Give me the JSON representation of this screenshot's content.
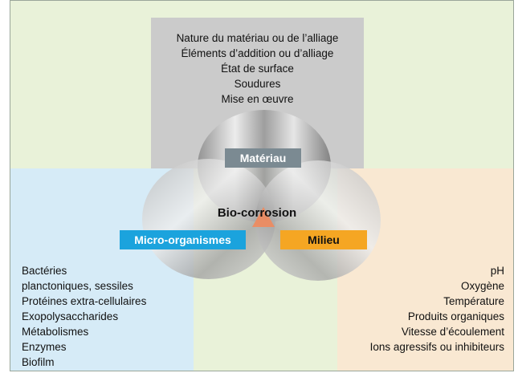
{
  "material": {
    "label": "Matériau",
    "items": [
      "Nature du matériau ou de l’alliage",
      "Éléments d’addition ou d’alliage",
      "État de surface",
      "Soudures",
      "Mise en œuvre"
    ]
  },
  "microorganisms": {
    "label": "Micro-organismes",
    "items": [
      "Bactéries",
      "planctoniques, sessiles",
      "Protéines extra-cellulaires",
      "Exopolysaccharides",
      "Métabolismes",
      "Enzymes",
      "Biofilm"
    ]
  },
  "environment": {
    "label": "Milieu",
    "items": [
      "pH",
      "Oxygène",
      "Température",
      "Produits organiques",
      "Vitesse d’écoulement",
      "Ions agressifs ou inhibiteurs"
    ]
  },
  "center_label": "Bio-corrosion",
  "colors": {
    "material_badge": "#7b8a92",
    "microorganisms_badge": "#1ba3dd",
    "environment_badge": "#f5a623",
    "intersection": "#f08a5d",
    "background": "#e9f2d9"
  }
}
